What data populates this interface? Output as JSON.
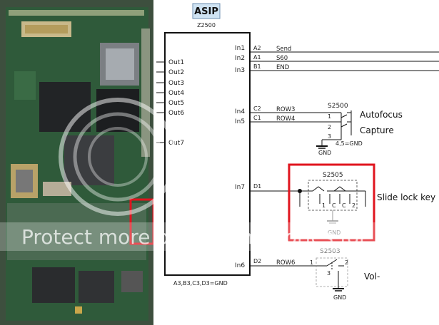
{
  "ic": {
    "title": "ASIP",
    "ref": "Z2500",
    "outputs": [
      "Out1",
      "Out2",
      "Out3",
      "Out4",
      "Out5",
      "Out6",
      "Out7"
    ],
    "inputs": [
      {
        "pin": "In1",
        "ball": "A2",
        "signal": "Send"
      },
      {
        "pin": "In2",
        "ball": "A1",
        "signal": "S60"
      },
      {
        "pin": "In3",
        "ball": "B1",
        "signal": "END"
      },
      {
        "pin": "In4",
        "ball": "C2",
        "signal": "ROW3"
      },
      {
        "pin": "In5",
        "ball": "C1",
        "signal": "ROW4"
      },
      {
        "pin": "In7",
        "ball": "D1",
        "signal": ""
      },
      {
        "pin": "In6",
        "ball": "D2",
        "signal": "ROW6"
      }
    ],
    "ground_note": "A3,B3,C3,D3=GND"
  },
  "switches": {
    "s2500": {
      "ref": "S2500",
      "pin1": "1",
      "pin2": "2",
      "pin3": "3",
      "gnd_note": "4,5=GND",
      "gnd": "GND",
      "label1": "Autofocus",
      "label2": "Capture"
    },
    "s2505": {
      "ref": "S2505",
      "pins": [
        "1",
        "C",
        "C",
        "2"
      ],
      "gnd": "GND",
      "label": "Slide lock key"
    },
    "s2503": {
      "ref": "S2503",
      "pin1": "1",
      "pin2": "2",
      "pin3": "3",
      "gnd": "GND",
      "label": "Vol-"
    }
  },
  "watermark": {
    "text": "Protect more of your memories for less!"
  },
  "colors": {
    "highlight": "#e0141e",
    "ic_title_bg": "#cfe3f3",
    "pcb": "#2f5a3a"
  }
}
